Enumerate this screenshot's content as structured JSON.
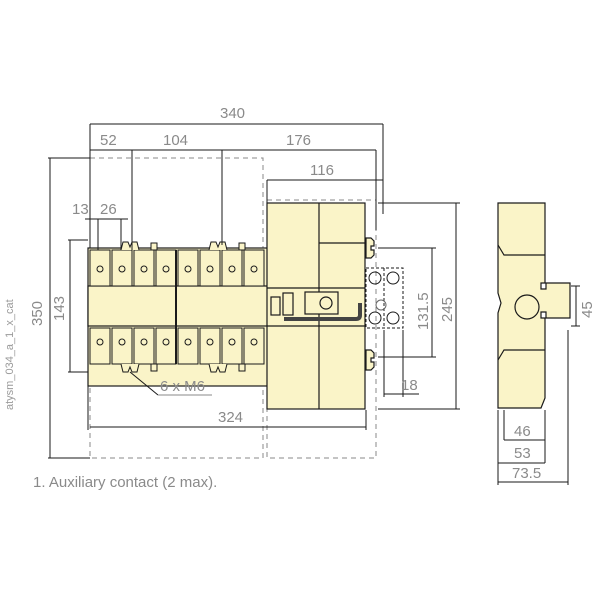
{
  "drawing": {
    "vertical_label": "atysm_034_a_1_x_cat",
    "note": "1. Auxiliary contact (2 max).",
    "colors": {
      "body": "#faf4c8",
      "line": "#1a1a1a",
      "dim_text": "#8a8a8a",
      "dashed": "#888888"
    },
    "front_view": {
      "dims_top": {
        "overall": "340",
        "seg1": "52",
        "seg2": "104",
        "seg3": "176",
        "handle_width": "116"
      },
      "dims_small": {
        "d1": "13",
        "d2": "26"
      },
      "dims_left": {
        "overall_height": "350",
        "terminal_span": "143"
      },
      "dims_bottom": {
        "width_324": "324"
      },
      "dims_right": {
        "height_245": "245",
        "height_131_5": "131.5",
        "width_18": "18"
      },
      "callout": "6 x M6",
      "terminals_per_row": 8
    },
    "side_view": {
      "dims": {
        "w46": "46",
        "w53": "53",
        "w73_5": "73.5",
        "h45": "45"
      }
    }
  }
}
